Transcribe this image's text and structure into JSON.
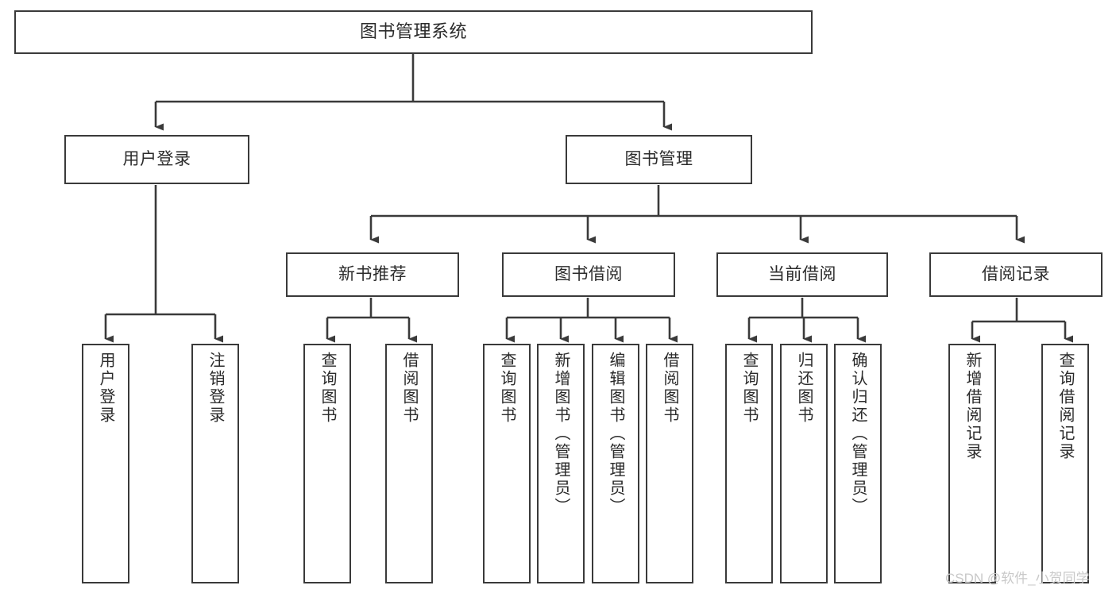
{
  "diagram": {
    "title": "图书管理系统",
    "type": "tree-hierarchy-chart",
    "edge_color": "#3a3a3a",
    "box_border_color": "#3a3a3a",
    "text_color": "#2b2b2b",
    "background_color": "#ffffff"
  },
  "nodes": {
    "root": {
      "label": "图书管理系统"
    },
    "level2": [
      {
        "label": "用户登录"
      },
      {
        "label": "图书管理"
      }
    ],
    "level3": [
      {
        "label": "新书推荐"
      },
      {
        "label": "图书借阅"
      },
      {
        "label": "当前借阅"
      },
      {
        "label": "借阅记录"
      }
    ],
    "leaves": {
      "user_login": [
        {
          "label": "用户登录"
        },
        {
          "label": "注销登录"
        }
      ],
      "new_book_recommend": [
        {
          "label": "查询图书"
        },
        {
          "label": "借阅图书"
        }
      ],
      "book_borrow": [
        {
          "label": "查询图书"
        },
        {
          "label": "新增图书（管理员）"
        },
        {
          "label": "编辑图书（管理员）"
        },
        {
          "label": "借阅图书"
        }
      ],
      "current_borrow": [
        {
          "label": "查询图书"
        },
        {
          "label": "归还图书"
        },
        {
          "label": "确认归还（管理员）"
        }
      ],
      "borrow_record": [
        {
          "label": "新增借阅记录"
        },
        {
          "label": "查询借阅记录"
        }
      ]
    }
  },
  "watermark": {
    "text": "CSDN @软件_小贺同学"
  }
}
